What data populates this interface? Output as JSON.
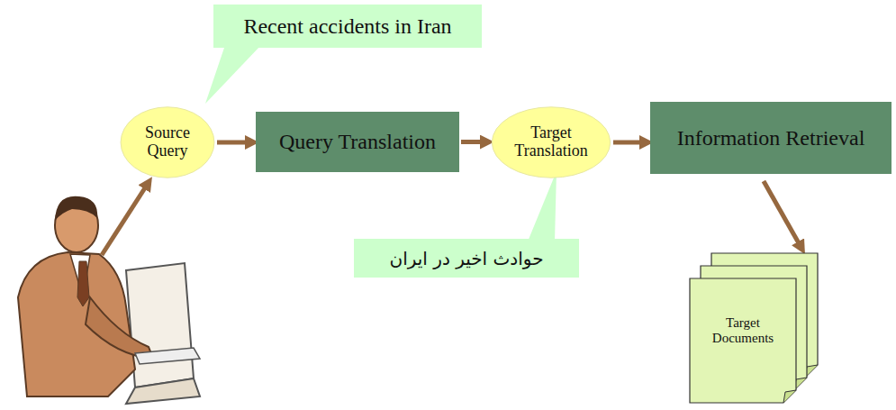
{
  "diagram": {
    "nodes": [
      {
        "text": [
          "Recent accidents in Iran"
        ]
      },
      {
        "text": [
          "Source Query"
        ]
      },
      {
        "text": [
          "Query Translation"
        ]
      },
      {
        "text": [
          "Target Translation"
        ]
      },
      {
        "text": [
          "Information Retrieval"
        ]
      },
      {
        "text": [
          "حوادث اخیر در ایران"
        ]
      },
      {
        "text": [
          "Target Documents"
        ]
      }
    ],
    "edges": [
      {
        "from": 1,
        "to": 2,
        "arrow": "to"
      },
      {
        "from": 2,
        "to": 3,
        "arrow": "to"
      },
      {
        "from": 3,
        "to": 4,
        "arrow": "to"
      },
      {
        "from": 4,
        "to": 6,
        "arrow": "to"
      }
    ]
  }
}
